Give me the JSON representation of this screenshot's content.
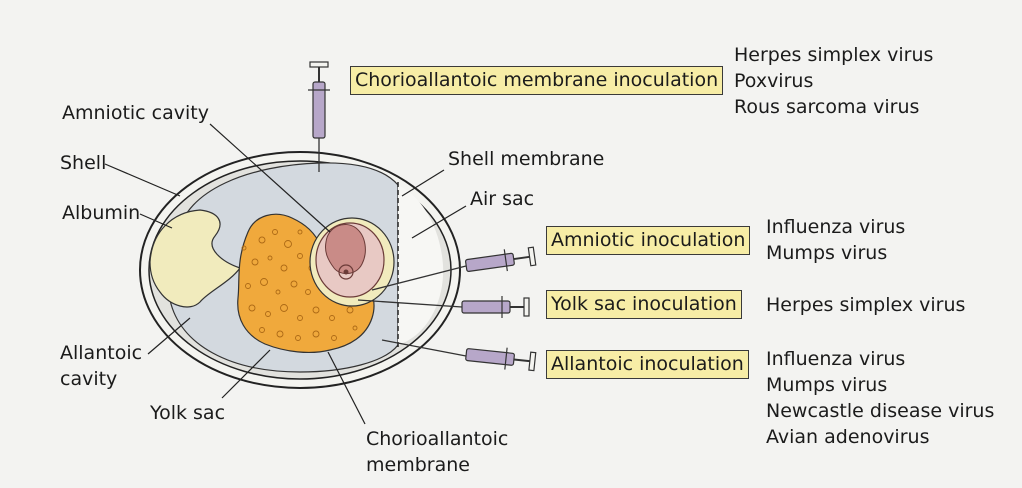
{
  "labels": {
    "amniotic_cavity": "Amniotic cavity",
    "shell": "Shell",
    "albumin": "Albumin",
    "allantoic_cavity_1": "Allantoic",
    "allantoic_cavity_2": "cavity",
    "yolk_sac": "Yolk sac",
    "chorioallantoic_membrane_1": "Chorioallantoic",
    "chorioallantoic_membrane_2": "membrane",
    "shell_membrane": "Shell membrane",
    "air_sac": "Air sac"
  },
  "routes": [
    {
      "label": "Chorioallantoic membrane inoculation",
      "viruses": [
        "Herpes simplex virus",
        "Poxvirus",
        "Rous sarcoma virus"
      ]
    },
    {
      "label": "Amniotic inoculation",
      "viruses": [
        "Influenza virus",
        "Mumps virus"
      ]
    },
    {
      "label": "Yolk sac inoculation",
      "viruses": [
        "Herpes simplex virus"
      ]
    },
    {
      "label": "Allantoic inoculation",
      "viruses": [
        "Influenza virus",
        "Mumps virus",
        "Newcastle disease virus",
        "Avian adenovirus"
      ]
    }
  ],
  "colors": {
    "label_box": "#f7eda6",
    "shell": "#f4f4f0",
    "allantoic_fluid": "#d3d9df",
    "albumin": "#f1ebbd",
    "yolk": "#f0a93c",
    "amnion": "#e8c9c4",
    "syringe": "#b7a7c9"
  }
}
